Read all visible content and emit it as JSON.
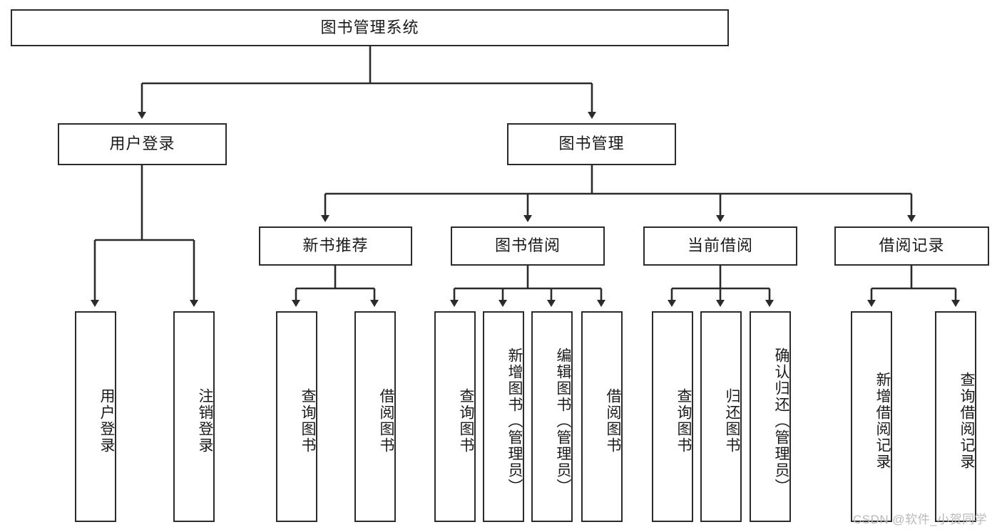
{
  "diagram": {
    "title": "图书管理系统",
    "type": "hierarchy-tree",
    "levels": {
      "root": {
        "label": "图书管理系统"
      },
      "level2": [
        {
          "id": "user-login",
          "label": "用户登录"
        },
        {
          "id": "book-manage",
          "label": "图书管理"
        }
      ],
      "level3": [
        {
          "id": "new-book-recommend",
          "label": "新书推荐"
        },
        {
          "id": "book-borrow",
          "label": "图书借阅"
        },
        {
          "id": "current-borrow",
          "label": "当前借阅"
        },
        {
          "id": "borrow-record",
          "label": "借阅记录"
        }
      ],
      "level4": [
        {
          "id": "leaf-user-login",
          "label": "用户登录",
          "parent": "user-login"
        },
        {
          "id": "leaf-logout-login",
          "label": "注销登录",
          "parent": "user-login"
        },
        {
          "id": "leaf-query-book-1",
          "label": "查询图书",
          "parent": "new-book-recommend"
        },
        {
          "id": "leaf-borrow-book-1",
          "label": "借阅图书",
          "parent": "new-book-recommend"
        },
        {
          "id": "leaf-query-book-2",
          "label": "查询图书",
          "parent": "book-borrow"
        },
        {
          "id": "leaf-add-book",
          "label": "新增图书（管理员）",
          "parent": "book-borrow"
        },
        {
          "id": "leaf-edit-book",
          "label": "编辑图书（管理员）",
          "parent": "book-borrow"
        },
        {
          "id": "leaf-borrow-book-2",
          "label": "借阅图书",
          "parent": "book-borrow"
        },
        {
          "id": "leaf-query-book-3",
          "label": "查询图书",
          "parent": "current-borrow"
        },
        {
          "id": "leaf-return-book",
          "label": "归还图书",
          "parent": "current-borrow"
        },
        {
          "id": "leaf-confirm-return",
          "label": "确认归还（管理员）",
          "parent": "current-borrow"
        },
        {
          "id": "leaf-add-record",
          "label": "新增借阅记录",
          "parent": "borrow-record"
        },
        {
          "id": "leaf-query-record",
          "label": "查询借阅记录",
          "parent": "borrow-record"
        }
      ]
    },
    "watermark": "CSDN @软件_小贺同学",
    "colors": {
      "stroke": "#2b2b2b",
      "fill": "#ffffff",
      "text": "#1a1a1a",
      "watermark": "#b9b9b9"
    }
  }
}
